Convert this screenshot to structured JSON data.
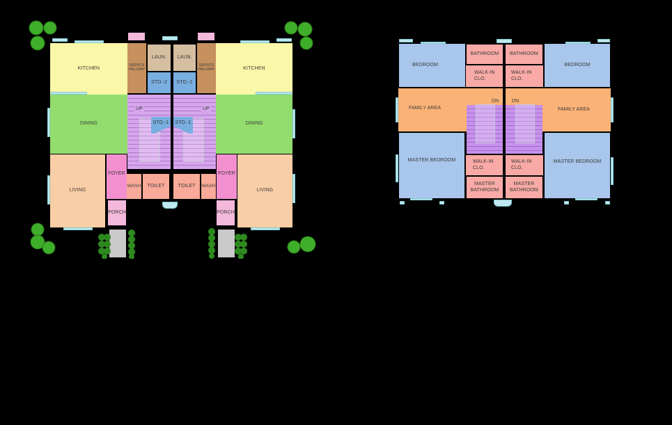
{
  "colors": {
    "background": "#000000",
    "kitchen": "#fbf7a8",
    "dining": "#92dd6e",
    "living": "#f9cda5",
    "service_hallway": "#c6915e",
    "laundry": "#d6bea0",
    "storage": "#79aee0",
    "stairs": "#d6a6ec",
    "foyer": "#f38fcf",
    "porch": "#f3b8da",
    "wet_rooms": "#f9aa98",
    "bedroom": "#a9c6ec",
    "family_area": "#fbb276",
    "upper_stairs": "#c792ec",
    "upper_wet": "#f9aaa6",
    "window": "#bfe9ee",
    "tree": "#3fae2a",
    "walkway": "#c9c9c9"
  },
  "ground_floor": {
    "rooms": {
      "kitchen_left": "KITCHEN",
      "kitchen_right": "KITCHEN",
      "service_hallway_left": "SERVICE\nHALLWAY",
      "service_hallway_right": "SERVICE\nHALLWAY",
      "laundry_left": "LAUN.",
      "laundry_right": "LAUN.",
      "storage2_left": "STO.-2",
      "storage2_right": "STO.-2",
      "dining_left": "DINING",
      "dining_right": "DINING",
      "up_left": "UP",
      "up_right": "UP",
      "storage1_left": "STO.-1",
      "storage1_right": "STO.-1",
      "living_left": "LIVING",
      "living_right": "LIVING",
      "foyer_left": "FOYER",
      "foyer_right": "FOYER",
      "wash_left": "WASH",
      "wash_right": "WASH",
      "toilet_left": "TOILET",
      "toilet_right": "TOILET",
      "porch_left": "PORCH",
      "porch_right": "PORCH"
    }
  },
  "upper_floor": {
    "rooms": {
      "bedroom_left": "BEDROOM",
      "bedroom_right": "BEDROOM",
      "bathroom_left": "BATHROOM",
      "bathroom_right": "BATHROOM",
      "walkin_top_left": "WALK-IN\nCLO.",
      "walkin_top_right": "WALK-IN\nCLO.",
      "family_left": "FAMILY AREA",
      "family_right": "FAMILY AREA",
      "dn_left": "DN",
      "dn_right": "DN",
      "master_bedroom_left": "MASTER BEDROOM",
      "master_bedroom_right": "MASTER BEDROOM",
      "walkin_bottom_left": "WALK-IN\nCLO.",
      "walkin_bottom_right": "WALK-IN\nCLO.",
      "master_bath_left": "MASTER\nBATHROOM",
      "master_bath_right": "MASTER\nBATHROOM"
    }
  }
}
